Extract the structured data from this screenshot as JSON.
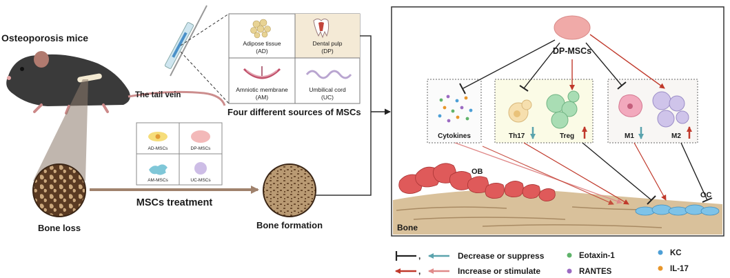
{
  "left": {
    "title": "Osteoporosis mice",
    "tail_vein": "The tail vein",
    "bone_loss": "Bone loss",
    "treatment": "MSCs treatment",
    "bone_formation": "Bone formation"
  },
  "sources": {
    "caption": "Four different sources of MSCs",
    "items": [
      {
        "name": "Adipose tissue",
        "abbr": "(AD)"
      },
      {
        "name": "Dental pulp",
        "abbr": "(DP)"
      },
      {
        "name": "Amniotic membrane",
        "abbr": "(AM)"
      },
      {
        "name": "Umbilical cord",
        "abbr": "(UC)"
      }
    ]
  },
  "msc_cells": [
    "AD-MSCs",
    "DP-MSCs",
    "AM-MSCs",
    "UC-MSCs"
  ],
  "panel": {
    "dp_mscs": "DP-MSCs",
    "cytokines": "Cytokines",
    "th17": "Th17",
    "treg": "Treg",
    "m1": "M1",
    "m2": "M2",
    "ob": "OB",
    "oc": "OC",
    "bone": "Bone"
  },
  "legend": {
    "decrease": "Decrease or suppress",
    "increase": "Increase or stimulate",
    "comma": ",",
    "eotaxin": "Eotaxin-1",
    "rantes": "RANTES",
    "kc": "KC",
    "il17": "IL-17"
  },
  "colors": {
    "red_arrow": "#c0392b",
    "teal_arrow": "#5aa3ad",
    "eotaxin": "#5fb36a",
    "rantes": "#9b6bc2",
    "kc": "#4d9fd6",
    "il17": "#e8962b"
  }
}
